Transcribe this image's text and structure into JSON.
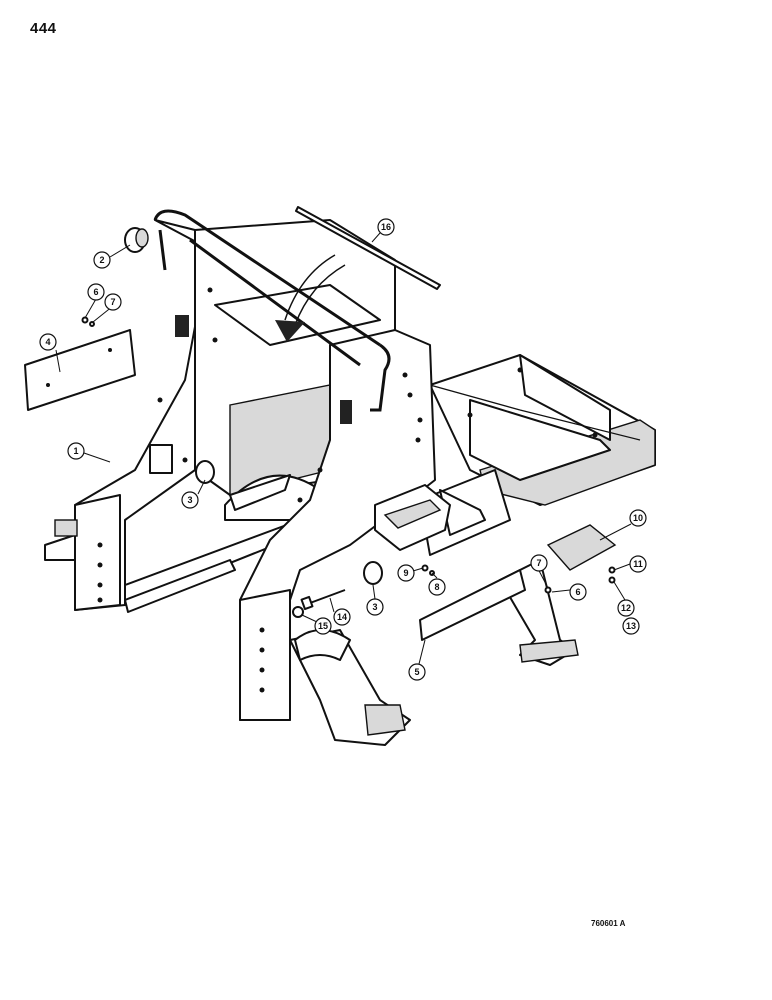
{
  "page_number": "444",
  "drawing_code": "760601 A",
  "callouts": [
    "1",
    "2",
    "3",
    "3",
    "4",
    "5",
    "6",
    "6",
    "7",
    "7",
    "8",
    "9",
    "10",
    "11",
    "12",
    "13",
    "14",
    "15",
    "16"
  ]
}
